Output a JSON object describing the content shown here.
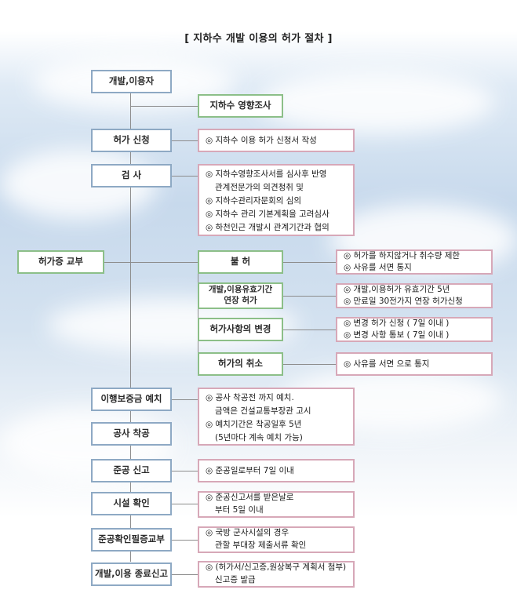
{
  "title": "[ 지하수 개발 이용의 허가 절차 ]",
  "nodes": {
    "developer": "개발,이용자",
    "impact_survey": "지하수 영향조사",
    "permit_application": "허가 신청",
    "inspection": "검 사",
    "permit_issue": "허가증 교부",
    "denial": "불 허",
    "extension": [
      "개발,이용유효기간",
      "연장 허가"
    ],
    "permit_change": "허가사항의 변경",
    "permit_cancel": "허가의 취소",
    "deposit": "이행보증금 예치",
    "construction_start": "공사 착공",
    "completion_report": "준공 신고",
    "facility_check": "시설 확인",
    "completion_certificate": "준공확인필증교부",
    "end_report": "개발,이용 종료신고"
  },
  "notes": {
    "application": [
      "◎ 지하수 이용 허가 신청서 작성"
    ],
    "inspection": [
      "◎ 지하수영향조사서를 심사후 반영",
      "관계전문가의 의견청취 및",
      "◎ 지하수관리자문회의 심의",
      "◎ 지하수 관리 기본계획을 고려심사",
      "◎ 하천인근 개발시 관계기간과 협의"
    ],
    "denial": [
      "◎ 허가를 하지않거나 취수량 제한",
      "◎ 사유를 서면 통지"
    ],
    "extension": [
      "◎ 개발,이용허가 유효기간 5년",
      "◎ 만료일 30전가지 연장 허가신청"
    ],
    "change": [
      "◎ 변경 허가 신청 ( 7일 이내 )",
      "◎ 변경 사항 통보 ( 7일 이내 )"
    ],
    "cancel": [
      "◎ 사유를 서면 으로 통지"
    ],
    "deposit": [
      "◎ 공사 착공전 까지 예치.",
      "금액은 건설교통부장관 고시",
      "◎ 예치기간은 착공일후 5년",
      "(5년마다 계속 예치 가능)"
    ],
    "completion_report": [
      "◎ 준공일로부터 7일 이내"
    ],
    "facility_check": [
      "◎ 준공신고서를 받은날로",
      "부터 5일 이내"
    ],
    "certificate": [
      "◎ 국방 군사시설의 경우",
      "관할 부대장 제출서류 확인"
    ],
    "end_report": [
      "◎ (허가서/신고증,원상복구 계획서 첨부)",
      "신고증 발급"
    ]
  }
}
